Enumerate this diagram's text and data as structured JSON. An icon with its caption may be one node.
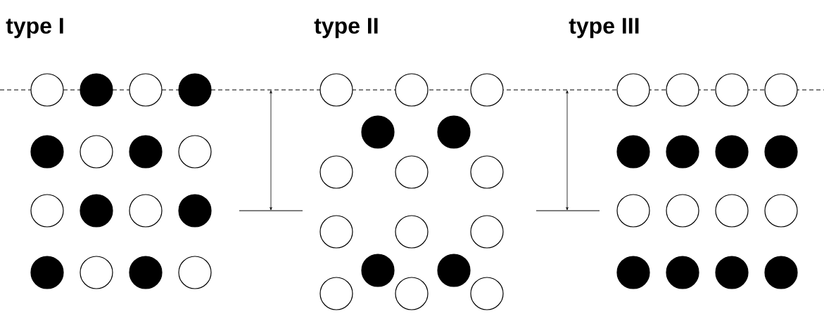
{
  "diagram": {
    "labels": [
      "type I",
      "type II",
      "type III"
    ]
  }
}
